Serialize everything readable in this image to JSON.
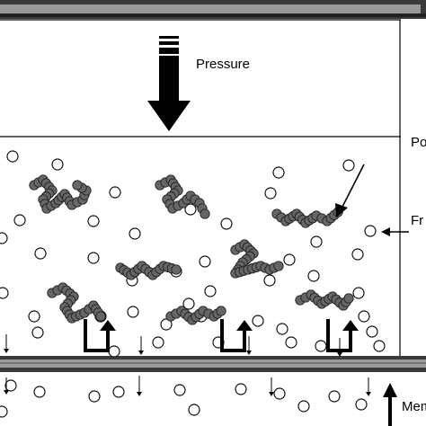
{
  "labels": {
    "pressure": "Pressure",
    "polymer": "Po",
    "free": "Fr",
    "membrane": "Mem"
  },
  "colors": {
    "polymer_fill": "#666666",
    "polymer_stroke": "#222222",
    "plate_dark": "#3a3a3a",
    "plate_light": "#9a9a9a"
  },
  "icons": {
    "pressure_arrow": "down-arrow-icon",
    "membrane_arrow": "up-arrow-icon"
  }
}
